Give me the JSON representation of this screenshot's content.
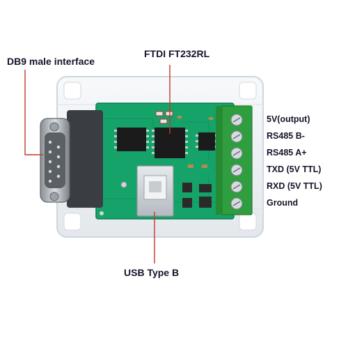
{
  "labels": {
    "db9": "DB9 male interface",
    "ftdi": "FTDI FT232RL",
    "usb": "USB Type B"
  },
  "terminals": [
    "5V(output)",
    "RS485 B-",
    "RS485 A+",
    "TXD (5V TTL)",
    "RXD (5V TTL)",
    "Ground"
  ],
  "colors": {
    "leader_line": "#c0392b",
    "pcb_green": "#16a36a",
    "terminal_green": "#2f9e3f",
    "enclosure": "#eef2f5"
  }
}
